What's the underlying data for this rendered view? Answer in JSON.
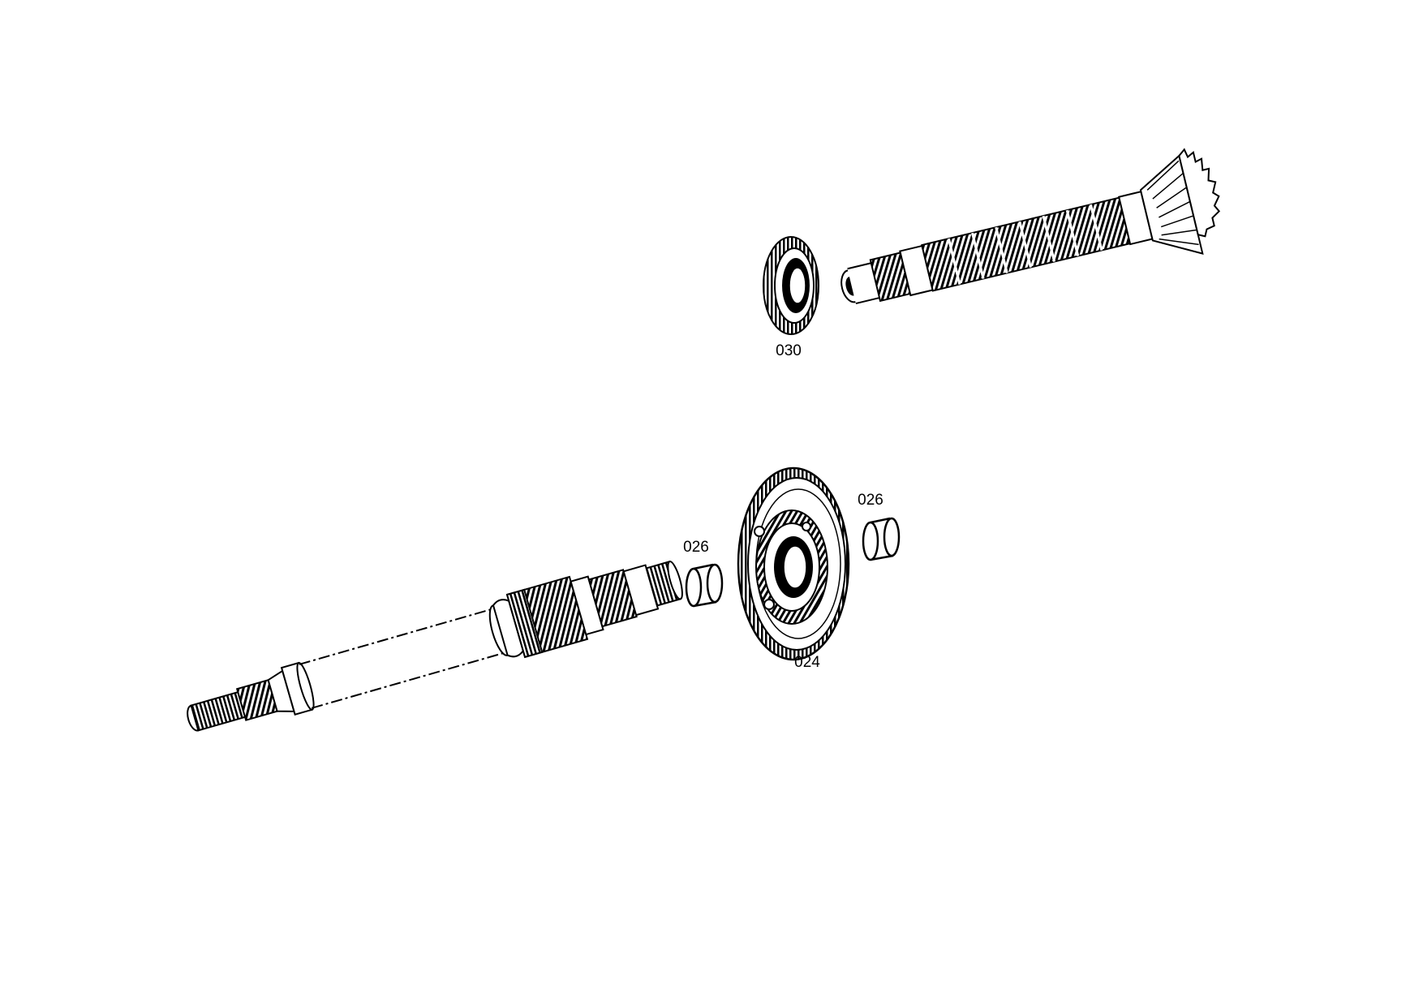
{
  "labels": {
    "pinion_gear": "030",
    "spacer_left": "026",
    "spacer_right": "026",
    "large_gear": "024"
  },
  "colors": {
    "ink": "#000000",
    "paper": "#ffffff"
  }
}
